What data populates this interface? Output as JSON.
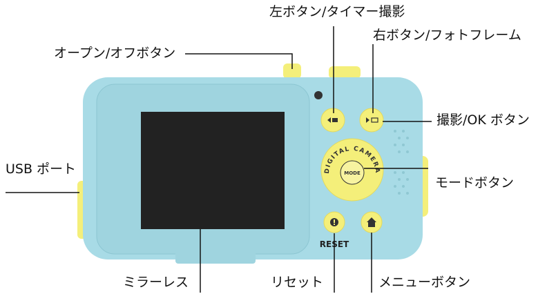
{
  "labels": {
    "left_button_timer": "左ボタン/タイマー撮影",
    "right_button_frame": "右ボタン/フォトフレーム",
    "open_off_button": "オープン/オフボタン",
    "shoot_ok_button": "撮影/OK ボタン",
    "usb_port": "USB ポート",
    "mode_button": "モードボタン",
    "mirrorless": "ミラーレス",
    "reset_label": "リセット",
    "menu_button": "メニューボタン"
  },
  "camera": {
    "ring_text": "DIGITAL CAMERA",
    "mode_text": "MODE",
    "reset_text": "RESET",
    "body_color": "#a8dbe6",
    "accent_color": "#f4ef7a",
    "screen_color": "#222222"
  }
}
